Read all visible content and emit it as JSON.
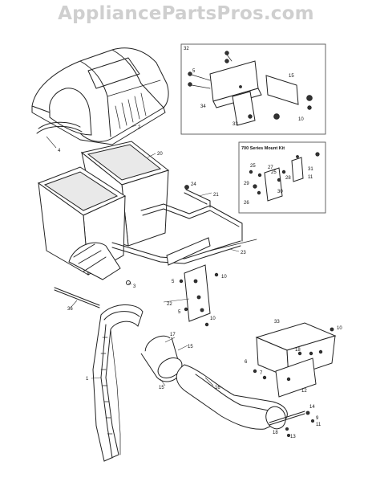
{
  "watermark": "AppliancePartsPros.com",
  "inset_mount": {
    "label": "32"
  },
  "inset_kit": {
    "title": "700 Series Mount Kit"
  },
  "callouts": {
    "c1": "1",
    "c2": "2",
    "c3": "3",
    "c4": "4",
    "c5a": "5",
    "c5b": "5",
    "c7": "7",
    "c9": "9",
    "c10a": "10",
    "c10b": "10",
    "c10c": "10",
    "c10d": "10",
    "c11a": "11",
    "c11b": "11",
    "c12": "12",
    "c13": "13",
    "c14": "14",
    "c15a": "15",
    "c15b": "15",
    "c15c": "15",
    "c16": "16",
    "c17": "17",
    "c18a": "18",
    "c18b": "18",
    "c20": "20",
    "c21": "21",
    "c22": "22",
    "c23": "23",
    "c24": "24",
    "c25a": "25",
    "c25b": "25",
    "c26": "26",
    "c27": "27",
    "c28": "28",
    "c29": "29",
    "c30": "30",
    "c31": "31",
    "c33a": "33",
    "c33b": "33",
    "c34": "34",
    "c36": "36",
    "c6": "6"
  }
}
